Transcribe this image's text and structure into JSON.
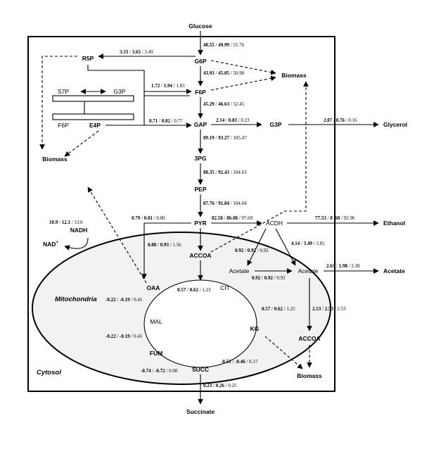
{
  "nodes": {
    "glucose": "Glucose",
    "g6p": "G6P",
    "r5p": "R5P",
    "s7p": "S7P",
    "g3p_ppp": "G3P",
    "f6p_ppp": "F6P",
    "e4p": "E4P",
    "f6p": "F6P",
    "gap": "GAP",
    "g3p": "G3P",
    "glycerol": "Glycerol",
    "pg3": "3PG",
    "pep": "PEP",
    "pyr": "PYR",
    "acdh": "ACDH",
    "ethanol": "Ethanol",
    "acetate_mito": "Acetate",
    "acetate_cyto": "Acetate",
    "acetate_out": "Acetate",
    "accoa_mito": "ACCOA",
    "accoa_cyto": "ACCOA",
    "oaa": "OAA",
    "cit": "CIT",
    "mal": "MAL",
    "fum": "FUM",
    "succ": "SUCC",
    "succinate": "Succinate",
    "kg": "KG",
    "nadh": "NADH",
    "nad": "NAD",
    "nad_sup": "+",
    "biomass_top": "Biomass",
    "biomass_left": "Biomass",
    "biomass_bottom": "Biomass"
  },
  "regions": {
    "mitochondria": "Mitochondria",
    "cytosol": "Cytosol"
  },
  "fluxes": {
    "glc_g6p": {
      "a": "48.55",
      "b": "49.99",
      "c": "55.76"
    },
    "g6p_r5p": {
      "a": "3.33",
      "b": "3.65",
      "c": "3.49"
    },
    "g6p_f6p": {
      "a": "43.93",
      "b": "45.05",
      "c": "50.98"
    },
    "ppp_f6p": {
      "a": "1.72",
      "b": "1.94",
      "c": "1.83"
    },
    "f6p_gap": {
      "a": "45.29",
      "b": "46.63",
      "c": "52.45"
    },
    "ppp_gap": {
      "a": "0.71",
      "b": "0.82",
      "c": "0.77"
    },
    "gap_g3p": {
      "a": "2.14",
      "b": "0.83",
      "c": "0.23"
    },
    "g3p_glycerol": {
      "a": "2.07",
      "b": "0.76",
      "c": "0.16"
    },
    "gap_3pg": {
      "a": "89.19",
      "b": "93.27",
      "c": "105.47"
    },
    "pg3_pep": {
      "a": "88.35",
      "b": "92.43",
      "c": "104.63"
    },
    "pep_pyr": {
      "a": "87.76",
      "b": "91.84",
      "c": "104.04"
    },
    "pyr_acdh": {
      "a": "82.58",
      "b": "86.08",
      "c": "97.69"
    },
    "acdh_ethanol": {
      "a": "77.53",
      "b": "8",
      "c": ".68",
      "d": "92.96"
    },
    "pyr_oaa": {
      "a": "0.79",
      "b": "0.81",
      "c": "0.80"
    },
    "nadh": {
      "a": "10.9",
      "b": "12.1",
      "c": "13.6"
    },
    "pyr_accoa": {
      "a": "0.88",
      "b": "0.93",
      "c": "1.56"
    },
    "acdh_acetate_mito": {
      "a": "0.92",
      "b": "0.92",
      "c": "0.92"
    },
    "acetate_transfer": {
      "a": "0.92",
      "b": "0.92",
      "c": "0.92"
    },
    "acdh_acetate_cyto": {
      "a": "4.14",
      "b": "3.49",
      "c": "3.81"
    },
    "acetate_out": {
      "a": "2.63",
      "b": "1.98",
      "c": "2.30"
    },
    "acetate_accoa": {
      "a": "2.53",
      "b": "2.53",
      "c": "2.53"
    },
    "oaa_cit": {
      "a": "0.57",
      "b": "0.62",
      "c": "1.23"
    },
    "cit_kg": {
      "a": "0.57",
      "b": "0.62",
      "c": "1.25"
    },
    "mal_oaa": {
      "a": "-0.22",
      "b": "-0.19",
      "c": "0.45"
    },
    "fum_mal": {
      "a": "-0.22",
      "b": "-0.19",
      "c": "0.45"
    },
    "succ_fum": {
      "a": "-0.74",
      "b": "-0.72",
      "c": "0.08"
    },
    "kg_succ": {
      "a": "-0.51",
      "b": "-0.46",
      "c": "0.17"
    },
    "succ_out": {
      "a": "0.23",
      "b": "0.26",
      "c": "0.25"
    }
  }
}
